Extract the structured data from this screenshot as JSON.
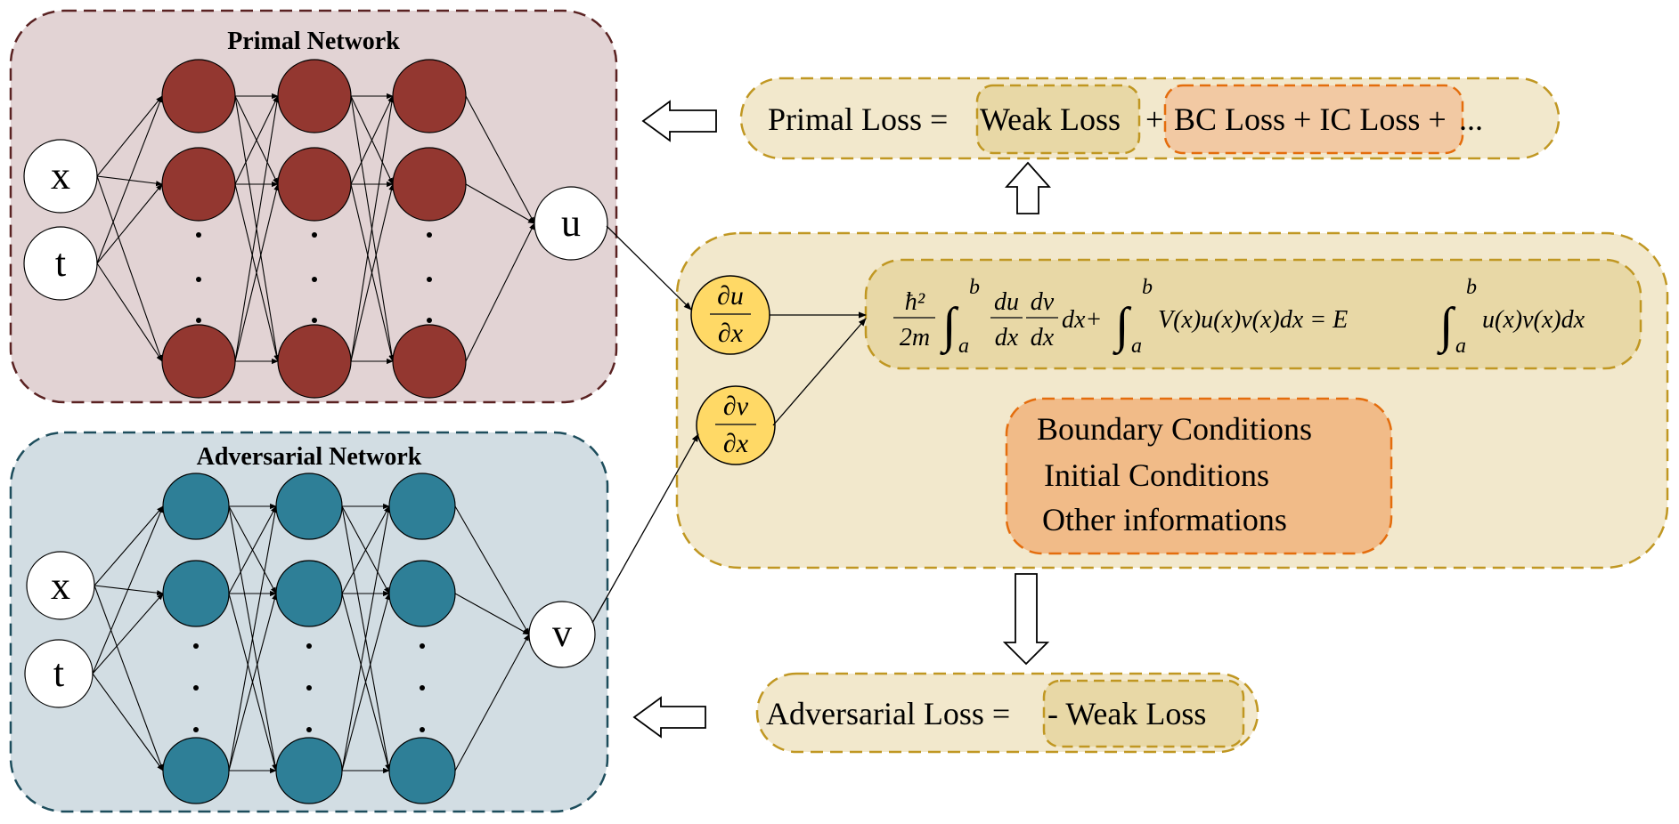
{
  "colors": {
    "primal_bg": "#e2d3d4",
    "primal_border": "#5a2222",
    "primal_node": "#933730",
    "adversarial_bg": "#d2dde3",
    "adversarial_border": "#1d4d5c",
    "adversarial_node": "#2e7f97",
    "loss_bg": "#f2e8cc",
    "loss_border": "#c09722",
    "weak_bg": "#e8d8a6",
    "orange_bg": "#f1bb88",
    "orange_border": "#e46d0d",
    "deriv_node": "#ffd966"
  },
  "primal": {
    "title": "Primal Network",
    "input_x": "x",
    "input_t": "t",
    "output": "u"
  },
  "adversarial": {
    "title": "Adversarial Network",
    "input_x": "x",
    "input_t": "t",
    "output": "v"
  },
  "primal_loss": {
    "prefix": "Primal Loss = ",
    "weak": "Weak Loss",
    "plus": "+",
    "rest": "BC Loss + IC Loss + ",
    "ellipsis": "..."
  },
  "adversarial_loss": {
    "prefix": "Adversarial Loss = ",
    "weak": "- Weak Loss"
  },
  "derivatives": {
    "du_num": "∂u",
    "du_den": "∂x",
    "dv_num": "∂v",
    "dv_den": "∂x"
  },
  "equation": {
    "coef_num": "ħ²",
    "coef_den": "2m",
    "integral": "∫",
    "upper": "b",
    "lower": "a",
    "du": "du",
    "dx1": "dx",
    "dv": "dv",
    "dx2": "dx",
    "term1_tail": "dx+",
    "term2": "V(x)u(x)v(x)dx = E",
    "term3": "u(x)v(x)dx"
  },
  "conditions": [
    "Boundary Conditions",
    "Initial Conditions",
    "Other informations"
  ],
  "icons": {
    "arrow_left_primal": "hollow-left-arrow",
    "arrow_up": "hollow-up-arrow",
    "arrow_down": "hollow-down-arrow",
    "arrow_left_adversarial": "hollow-left-arrow"
  }
}
